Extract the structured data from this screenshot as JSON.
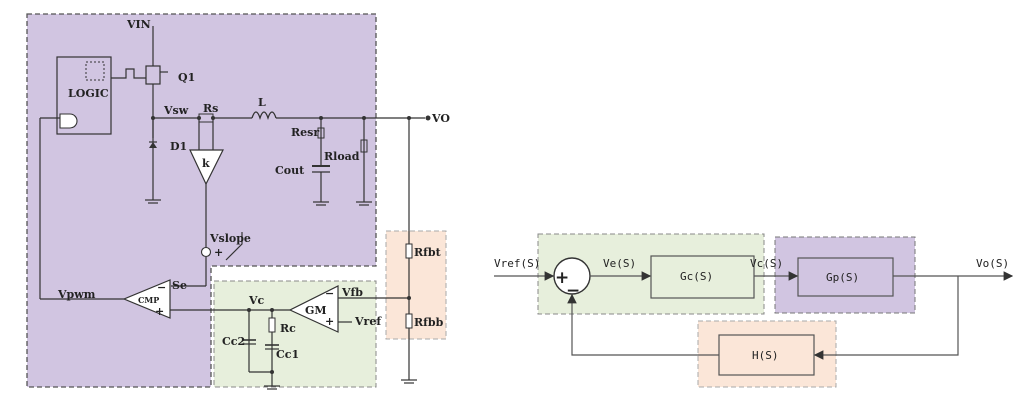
{
  "colors": {
    "power_stage": "#d1c5e1",
    "compensator": "#e7efdc",
    "feedback": "#fbe6d8",
    "wire": "#333333",
    "loop_wire": "#555555"
  },
  "circuit": {
    "vin": "VIN",
    "logic": "LOGIC",
    "q1": "Q1",
    "vsw": "Vsw",
    "rs": "Rs",
    "l": "L",
    "vo": "VO",
    "d1": "D1",
    "k": "k",
    "resr": "Resr",
    "cout": "Cout",
    "rload": "Rload",
    "vslope": "Vslope",
    "plus": "+",
    "minus": "−",
    "vpwm": "Vpwm",
    "cmp": "CMP",
    "se": "Se",
    "vc": "Vc",
    "gm": "GM",
    "vfb": "Vfb",
    "vref": "Vref",
    "rc": "Rc",
    "cc2": "Cc2",
    "cc1": "Cc1",
    "rfbt": "Rfbt",
    "rfbb": "Rfbb"
  },
  "block_diagram": {
    "input": "Vref(S)",
    "error": "Ve(S)",
    "gc": "Gc(S)",
    "vc": "Vc(S)",
    "gp": "Gp(S)",
    "output": "Vo(S)",
    "h": "H(S)",
    "sum_plus": "+",
    "sum_minus": "−"
  }
}
